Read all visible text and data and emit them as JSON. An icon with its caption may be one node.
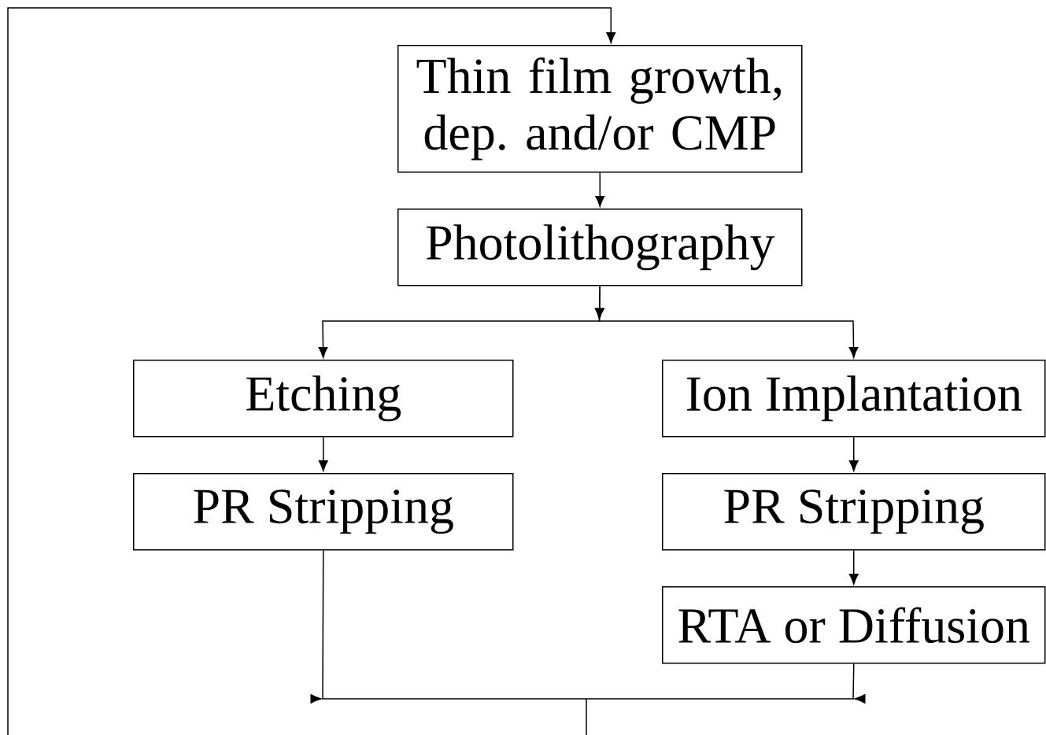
{
  "diagram": {
    "nodes": [
      {
        "text": [
          "Thin film growth, dep. and/or CMP"
        ]
      },
      {
        "text": [
          "Photolithography"
        ]
      },
      {
        "text": [
          "Etching"
        ]
      },
      {
        "text": [
          "Ion Implantation"
        ]
      },
      {
        "text": [
          "PR Stripping"
        ]
      },
      {
        "text": [
          "PR Stripping"
        ]
      },
      {
        "text": [
          "RTA or Diffusion"
        ]
      }
    ],
    "edges": [
      {
        "from": 0,
        "to": 1,
        "arrow": "to"
      },
      {
        "from": 1,
        "to": 2,
        "arrow": "to"
      },
      {
        "from": 1,
        "to": 3,
        "arrow": "to"
      },
      {
        "from": 2,
        "to": 4,
        "arrow": "to"
      },
      {
        "from": 3,
        "to": 5,
        "arrow": "to"
      },
      {
        "from": 5,
        "to": 6,
        "arrow": "to"
      },
      {
        "from": 4,
        "to": 0,
        "arrow": "to"
      },
      {
        "from": 6,
        "to": 0,
        "arrow": "to"
      }
    ]
  }
}
